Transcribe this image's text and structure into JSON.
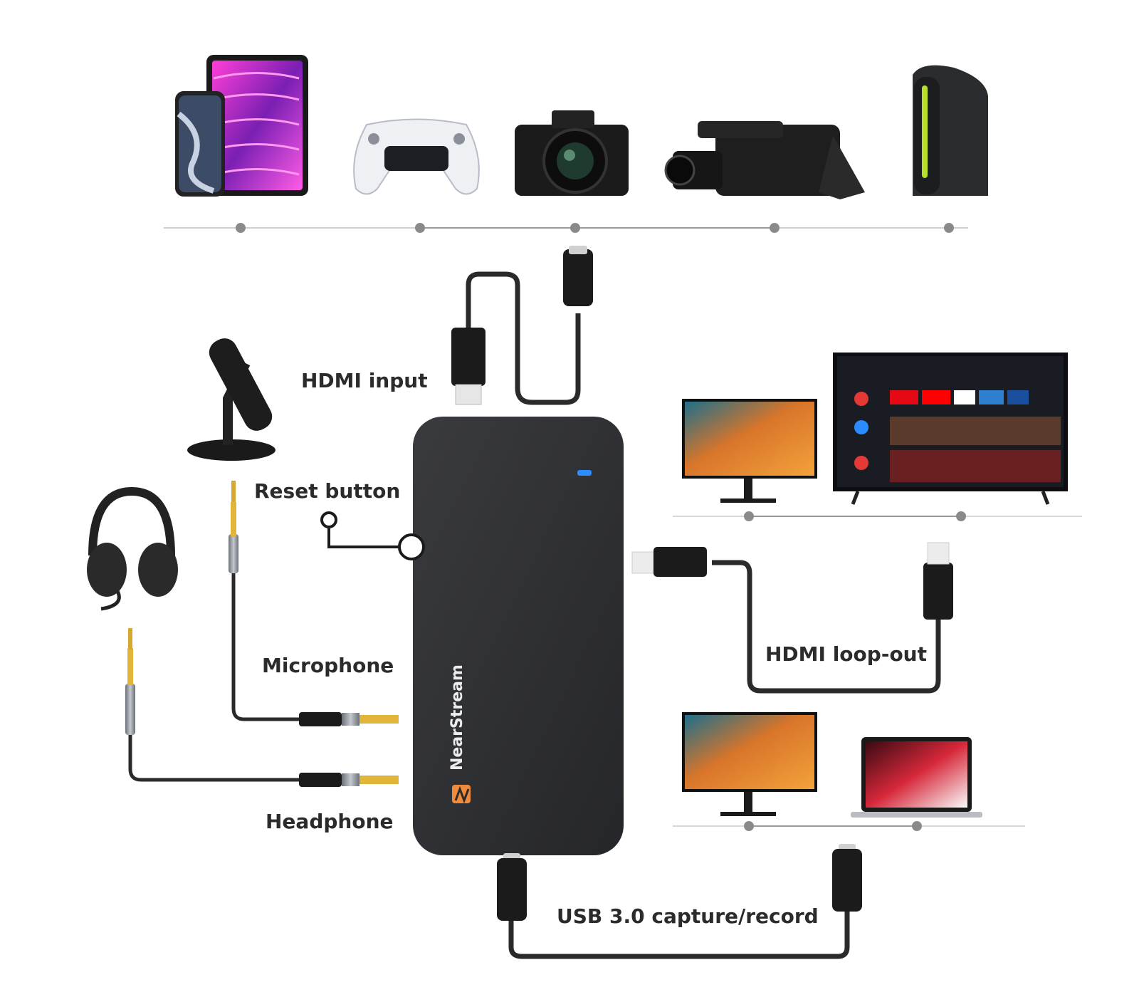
{
  "labels": {
    "hdmi_input": "HDMI input",
    "reset_button": "Reset button",
    "microphone": "Microphone",
    "headphone": "Headphone",
    "hdmi_loop_out": "HDMI loop-out",
    "usb_capture": "USB 3.0 capture/record"
  },
  "device_branding": {
    "brand_name": "NearStream"
  },
  "colors": {
    "device_body": "#2d2e31",
    "cable": "#2a2a2a",
    "indicator_led": "#2a8cff",
    "timeline": "#cfcfcf",
    "dot": "#8a8a8a",
    "logo_accent": "#f08a3c"
  },
  "icons": {
    "source_devices": [
      "phone-tablet-icon",
      "game-controller-icon",
      "camera-icon",
      "camcorder-icon",
      "desktop-pc-icon"
    ],
    "loopout_devices": [
      "monitor-icon",
      "smart-tv-icon"
    ],
    "usb_devices": [
      "monitor-icon",
      "laptop-icon"
    ],
    "audio_devices": [
      "microphone-icon",
      "headset-icon"
    ]
  }
}
